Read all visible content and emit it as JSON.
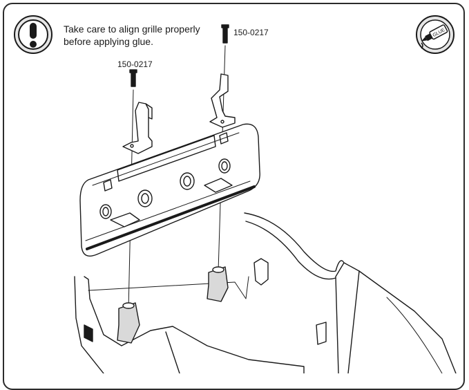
{
  "caution": {
    "line1": "Take care to align grille properly",
    "line2": "before applying glue."
  },
  "glue_badge": {
    "label": "GLUE"
  },
  "parts": [
    {
      "label": "150-0217"
    },
    {
      "label": "150-0217"
    }
  ],
  "colors": {
    "line": "#1a1a1a",
    "fill": "#ffffff",
    "shade": "#d9d9d9"
  }
}
